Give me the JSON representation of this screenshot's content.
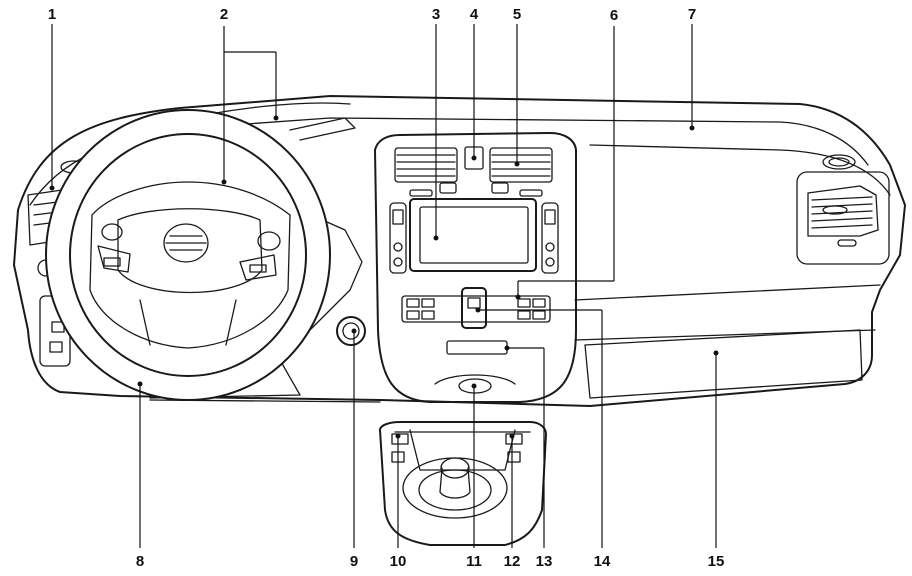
{
  "diagram": {
    "callouts": [
      {
        "number": "1",
        "part": "side-vent-left"
      },
      {
        "number": "2",
        "part": "steering-wheel-and-meters"
      },
      {
        "number": "3",
        "part": "center-display"
      },
      {
        "number": "4",
        "part": "hazard-switch"
      },
      {
        "number": "5",
        "part": "center-vents"
      },
      {
        "number": "6",
        "part": "audio-climate-controls"
      },
      {
        "number": "7",
        "part": "passenger-airbag"
      },
      {
        "number": "8",
        "part": "hood-release"
      },
      {
        "number": "9",
        "part": "power-switch"
      },
      {
        "number": "10",
        "part": "console-switch-left"
      },
      {
        "number": "11",
        "part": "power-outlet"
      },
      {
        "number": "12",
        "part": "console-switch-right"
      },
      {
        "number": "13",
        "part": "cd-slot"
      },
      {
        "number": "14",
        "part": "climate-panel"
      },
      {
        "number": "15",
        "part": "glove-box"
      }
    ]
  }
}
